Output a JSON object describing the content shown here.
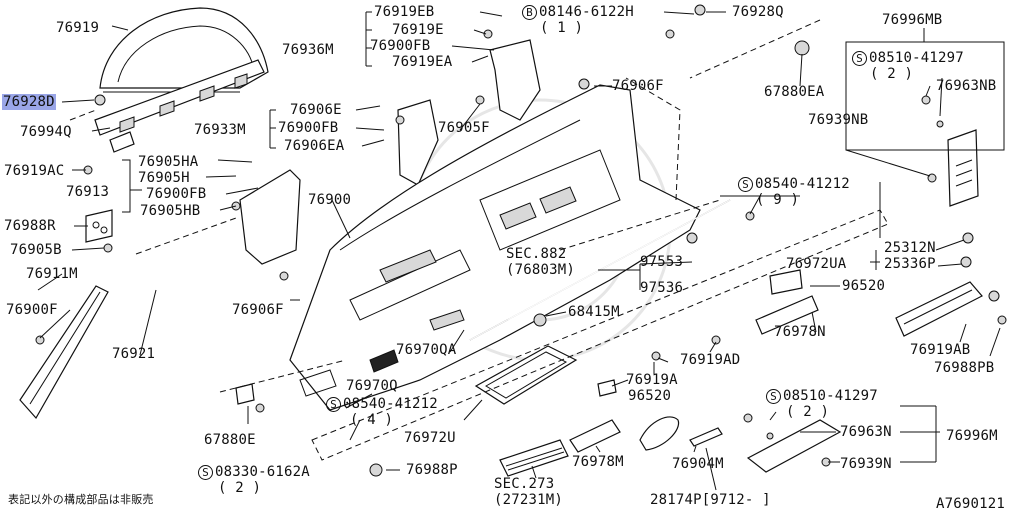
{
  "labels": {
    "l76919": "76919",
    "l76928D": "76928D",
    "l76994Q": "76994Q",
    "l76919AC": "76919AC",
    "l76913": "76913",
    "l76988R": "76988R",
    "l76905B": "76905B",
    "l76911M": "76911M",
    "l76900F": "76900F",
    "l76921": "76921",
    "l76919EB": "76919EB",
    "l76919E": "76919E",
    "l76936M": "76936M",
    "l76900FB_a": "76900FB",
    "l76919EA": "76919EA",
    "lB08146": "08146-6122H",
    "lB08146q": "( 1 )",
    "l76928Q": "76928Q",
    "l67880EA": "67880EA",
    "l76906E": "76906E",
    "l76933M": "76933M",
    "l76900FB_b": "76900FB",
    "l76906EA": "76906EA",
    "l76905F": "76905F",
    "l76906F_top": "76906F",
    "l76905HA": "76905HA",
    "l76905H": "76905H",
    "l76900FB_c": "76900FB",
    "l76905HB": "76905HB",
    "l76900": "76900",
    "l76906F_left": "76906F",
    "l76996MB": "76996MB",
    "lS08510_a": "08510-41297",
    "lS08510_aq": "( 2 )",
    "l76963NB": "76963NB",
    "l76939NB": "76939NB",
    "lS08540_a": "08540-41212",
    "lS08540_aq": "( 9 )",
    "lSEC882": "SEC.882",
    "lSEC882sub": "(76803M)",
    "l97553": "97553",
    "l97536": "97536",
    "l25312N": "25312N",
    "l76972UA": "76972UA",
    "l25336P": "25336P",
    "l96520_a": "96520",
    "l76978N": "76978N",
    "l68415M": "68415M",
    "l76970QA": "76970QA",
    "l76919AD": "76919AD",
    "l76919AB": "76919AB",
    "l76988PB": "76988PB",
    "l76970Q": "76970Q",
    "l76919A": "76919A",
    "lS08540_b": "08540-41212",
    "lS08540_bq": "( 4 )",
    "l96520_b": "96520",
    "lS08510_b": "08510-41297",
    "lS08510_bq": "( 2 )",
    "l67880E": "67880E",
    "l76972U": "76972U",
    "l76963N": "76963N",
    "l76996M": "76996M",
    "l76978M": "76978M",
    "l76904M": "76904M",
    "l76939N": "76939N",
    "lS08330": "08330-6162A",
    "lS08330q": "( 2 )",
    "l76988P": "76988P",
    "lSEC273": "SEC.273",
    "lSEC273sub": "(27231M)",
    "l28174P": "28174P[9712-     ]",
    "note": "表記以外の構成部品は非販売",
    "code": "A7690121",
    "circS": "S",
    "circB": "B"
  }
}
